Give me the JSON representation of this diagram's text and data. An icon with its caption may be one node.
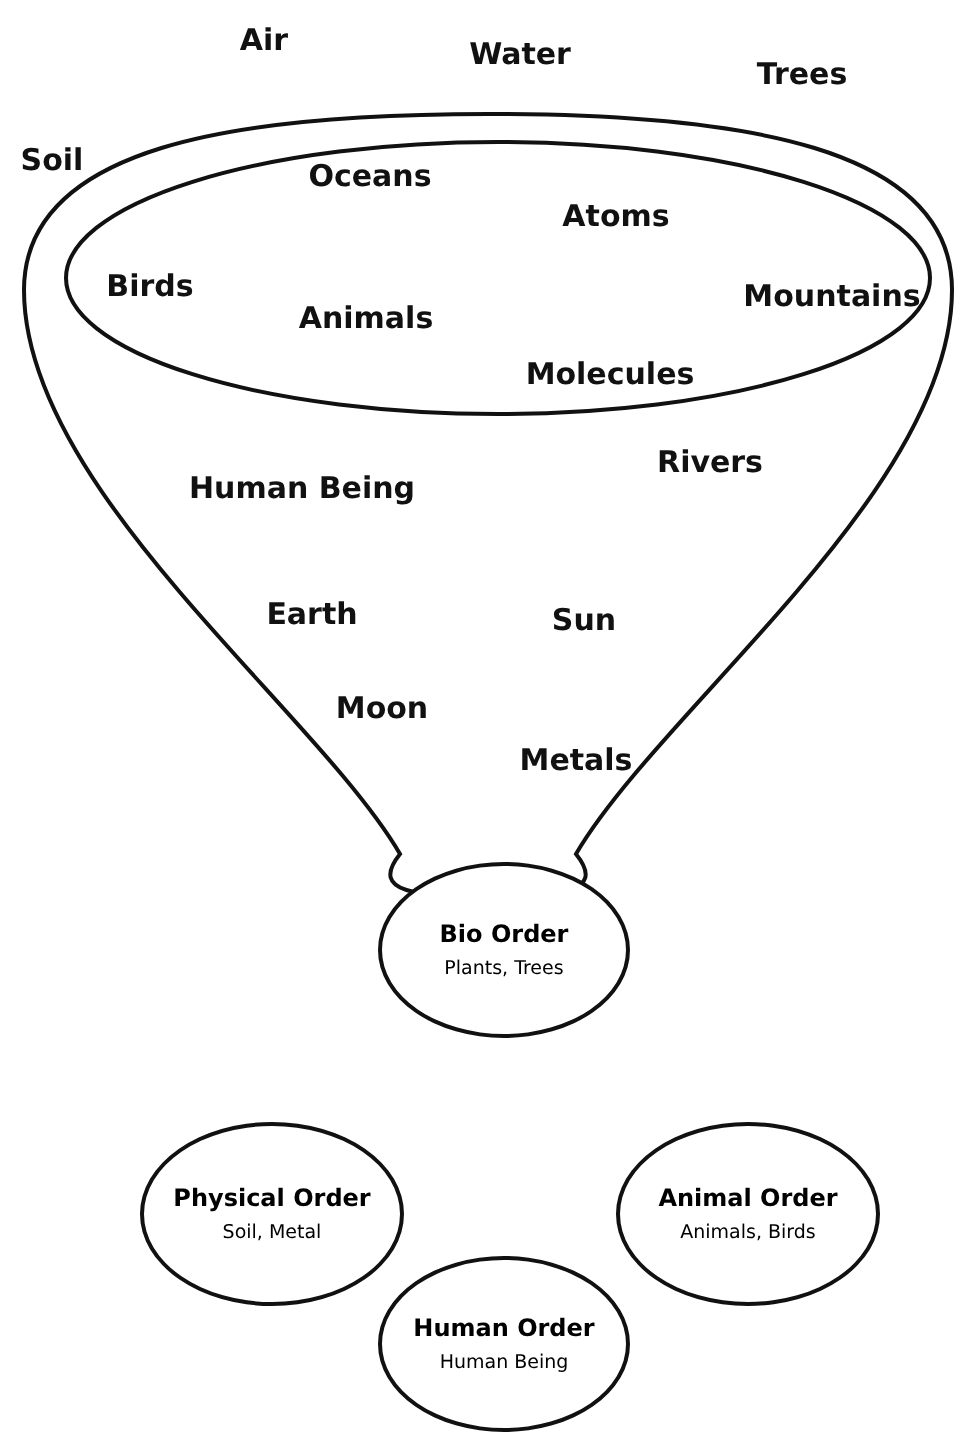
{
  "diagram": {
    "nodes": [
      {
        "text": [
          "Human Being",
          "Rivers",
          "Earth",
          "Sun",
          "Moon",
          "Metals"
        ]
      },
      {
        "text": [
          "Oceans",
          "Atoms",
          "Birds",
          "Animals",
          "Mountains",
          "Molecules"
        ],
        "in": 0
      },
      {
        "text": [
          "Bio Order",
          "Plants, Trees"
        ]
      },
      {
        "text": [
          "Physical Order",
          "Soil, Metal"
        ]
      },
      {
        "text": [
          "Animal Order",
          "Animals, Birds"
        ]
      },
      {
        "text": [
          "Human Order",
          "Human Being"
        ]
      }
    ],
    "edges": [],
    "labels": [
      "Air",
      "Water",
      "Trees",
      "Soil"
    ]
  }
}
